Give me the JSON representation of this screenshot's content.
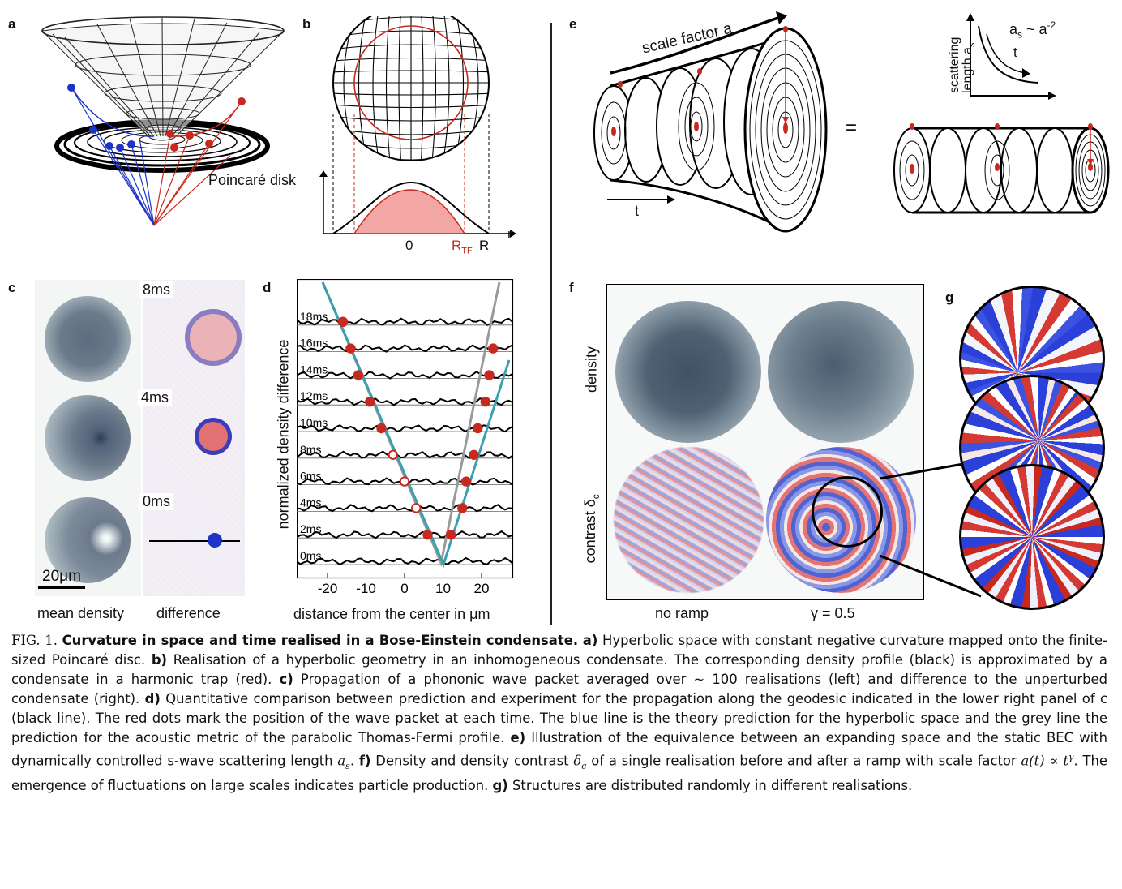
{
  "panels": {
    "a": {
      "letter": "a",
      "poincare_label": "Poincaré disk"
    },
    "b": {
      "letter": "b",
      "tick_zero": "0",
      "tick_rtf": "R",
      "tick_rtf_sub": "TF",
      "tick_r": "R",
      "axis_r": "r"
    },
    "c": {
      "letter": "c",
      "times": [
        "8ms",
        "4ms",
        "0ms"
      ],
      "scalebar": "20μm",
      "col_left": "mean density",
      "col_right": "difference"
    },
    "d": {
      "letter": "d",
      "ylabel": "normalized density difference",
      "xlabel": "distance from the center in μm",
      "xticks": [
        "-20",
        "-10",
        "0",
        "10",
        "20"
      ],
      "traces": [
        "18ms",
        "16ms",
        "14ms",
        "12ms",
        "10ms",
        "8ms",
        "6ms",
        "4ms",
        "2ms",
        "0ms"
      ]
    },
    "e": {
      "letter": "e",
      "scale_factor": "scale factor a",
      "time": "t",
      "equals": "=",
      "scattering_a": "scattering",
      "scattering_b": "length a",
      "scattering_sub": "s",
      "relation": "a",
      "relation_sub": "s",
      "relation_rest": " ~ a",
      "relation_sup": "-2",
      "inset_t": "t"
    },
    "f": {
      "letter": "f",
      "row1": "density",
      "row2": "contrast δ",
      "row2_sub": "c",
      "col1": "no ramp",
      "col2": "γ = 0.5"
    },
    "g": {
      "letter": "g"
    }
  },
  "chart_data": {
    "type": "scatter",
    "title": "",
    "xlabel": "distance from the center in μm",
    "ylabel": "normalized density difference",
    "xlim": [
      -28,
      28
    ],
    "series": [
      {
        "name": "18ms",
        "points": [
          [
            -16,
            18
          ],
          [
            -16,
            18
          ]
        ]
      },
      {
        "name": "16ms",
        "points": [
          [
            -14,
            16
          ],
          [
            23,
            16
          ]
        ]
      },
      {
        "name": "14ms",
        "points": [
          [
            -12,
            14
          ],
          [
            22,
            14
          ]
        ]
      },
      {
        "name": "12ms",
        "points": [
          [
            -9,
            12
          ],
          [
            21,
            12
          ]
        ]
      },
      {
        "name": "10ms",
        "points": [
          [
            -6,
            10
          ],
          [
            19,
            10
          ]
        ]
      },
      {
        "name": "8ms",
        "points": [
          [
            -3,
            8
          ],
          [
            18,
            8
          ]
        ]
      },
      {
        "name": "6ms",
        "points": [
          [
            0,
            6
          ],
          [
            16,
            6
          ]
        ]
      },
      {
        "name": "4ms",
        "points": [
          [
            3,
            4
          ],
          [
            15,
            4
          ]
        ]
      },
      {
        "name": "2ms",
        "points": [
          [
            6,
            2
          ],
          [
            12,
            2
          ]
        ]
      }
    ]
  },
  "caption": {
    "fig": "FIG. 1.",
    "title": "Curvature in space and time realised in a Bose-Einstein condensate.",
    "a_label": "a)",
    "a_text": "Hyperbolic space with constant negative curvature mapped onto the finite-sized Poincaré disc.",
    "b_label": "b)",
    "b_text": "Realisation of a hyperbolic geometry in an inhomogeneous condensate. The corresponding density profile (black) is approximated by a condensate in a harmonic trap (red).",
    "c_label": "c)",
    "c_text": "Propagation of a phononic wave packet averaged over ∼ 100 realisations (left) and difference to the unperturbed condensate (right).",
    "d_label": "d)",
    "d_text": "Quantitative comparison between prediction and experiment for the propagation along the geodesic indicated in the lower right panel of c (black line). The red dots mark the position of the wave packet at each time. The blue line is the theory prediction for the hyperbolic space and the grey line the prediction for the acoustic metric of the parabolic Thomas-Fermi profile.",
    "e_label": "e)",
    "e_text": "Illustration of the equivalence between an expanding space and the static BEC with dynamically controlled s-wave scattering length",
    "e_math": "a",
    "e_math_sub": "s",
    "e_end": ".",
    "f_label": "f)",
    "f_text": "Density and density contrast",
    "f_math": "δ",
    "f_math_sub": "c",
    "f_text2": "of a single realisation before and after a ramp with scale factor",
    "f_math2": "a(t) ∝ t",
    "f_math2_sup": "γ",
    "f_text3": ". The emergence of fluctuations on large scales indicates particle production.",
    "g_label": "g)",
    "g_text": "Structures are distributed randomly in different realisations."
  },
  "colors": {
    "red": "#c8281e",
    "blue": "#1e33c8",
    "teal": "#3aa0ae",
    "grey": "#9a9a9a",
    "pink": "#f2a7a5"
  }
}
